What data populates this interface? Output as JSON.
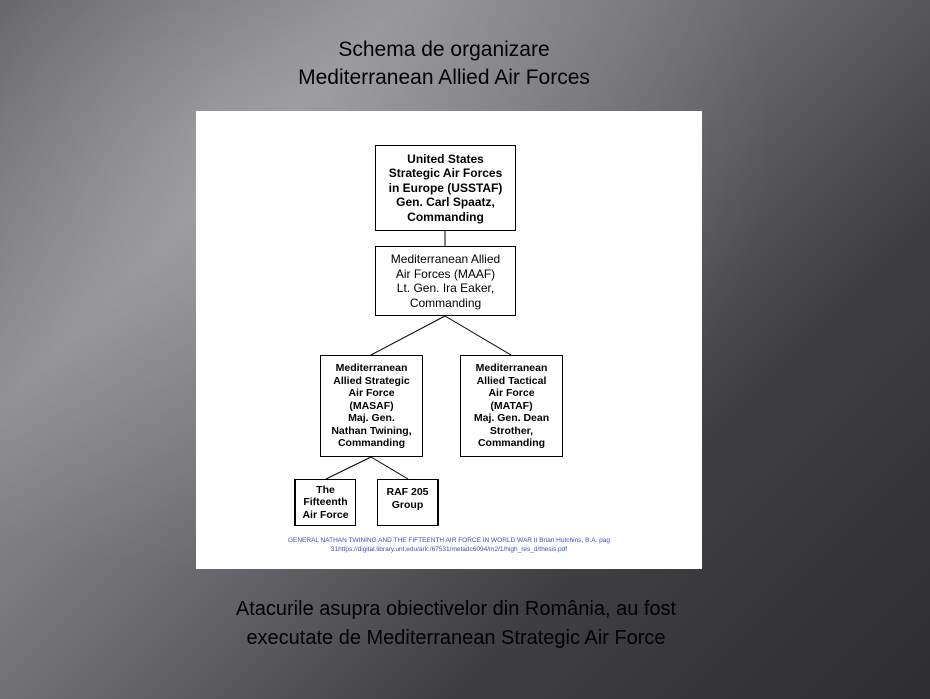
{
  "slide": {
    "title_line1": "Schema de organizare",
    "title_line2": "Mediterranean Allied Air Forces",
    "caption_line1": "Atacurile asupra obiectivelor din România, au fost",
    "caption_line2": "executate de Mediterranean Strategic Air Force"
  },
  "chart": {
    "nodes": {
      "usstaf": "United States\nStrategic Air Forces\nin Europe (USSTAF)\nGen. Carl Spaatz,\nCommanding",
      "maaf": "Mediterranean Allied\nAir Forces (MAAF)\nLt. Gen. Ira Eaker,\nCommanding",
      "masaf": "Mediterranean\nAllied Strategic\nAir Force\n(MASAF)\nMaj. Gen.\nNathan Twining,\nCommanding",
      "matf": "Mediterranean\nAllied Tactical\nAir Force\n(MATAF)\nMaj. Gen. Dean\nStrother,\nCommanding",
      "fifteenth": "The\nFifteenth\nAir Force",
      "raf205": "RAF 205\nGroup"
    },
    "source_line1": "GENERAL NATHAN TWINING AND THE FIFTEENTH  AIR FORCE IN WORLD WAR II  Brian Hutchins, B.A.  pag",
    "source_line2": "31https://digital.library.unt.edu/ark:/67531/metadc6094/m2/1/high_res_d/thesis.pdf"
  }
}
